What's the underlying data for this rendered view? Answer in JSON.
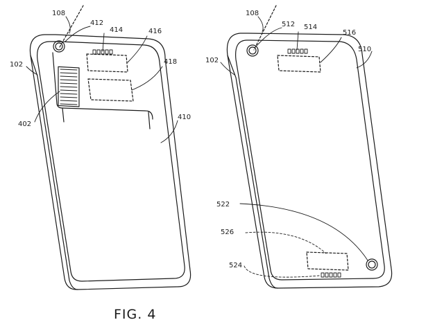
{
  "figure": {
    "caption": "FIG. 4"
  },
  "left_view": {
    "labels": {
      "l108": "108",
      "l412": "412",
      "l414": "414",
      "l416": "416",
      "l418": "418",
      "l102": "102",
      "l402": "402",
      "l410": "410"
    }
  },
  "right_view": {
    "labels": {
      "r108": "108",
      "r512": "512",
      "r514": "514",
      "r516": "516",
      "r510": "510",
      "r102": "102",
      "r522": "522",
      "r526": "526",
      "r524": "524"
    }
  }
}
